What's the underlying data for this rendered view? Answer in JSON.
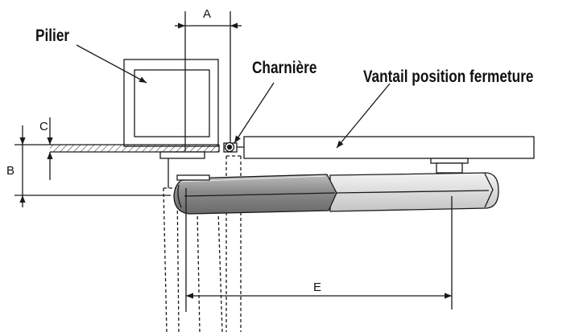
{
  "labels": {
    "pillar": "Pilier",
    "hinge": "Charnière",
    "leaf": "Vantail position fermeture"
  },
  "dimensions": {
    "a": "A",
    "b": "B",
    "c": "C",
    "e": "E"
  },
  "colors": {
    "line": "#1a1a1a",
    "dark_body": "#8c8c8c",
    "light_body": "#dcdcdc"
  }
}
